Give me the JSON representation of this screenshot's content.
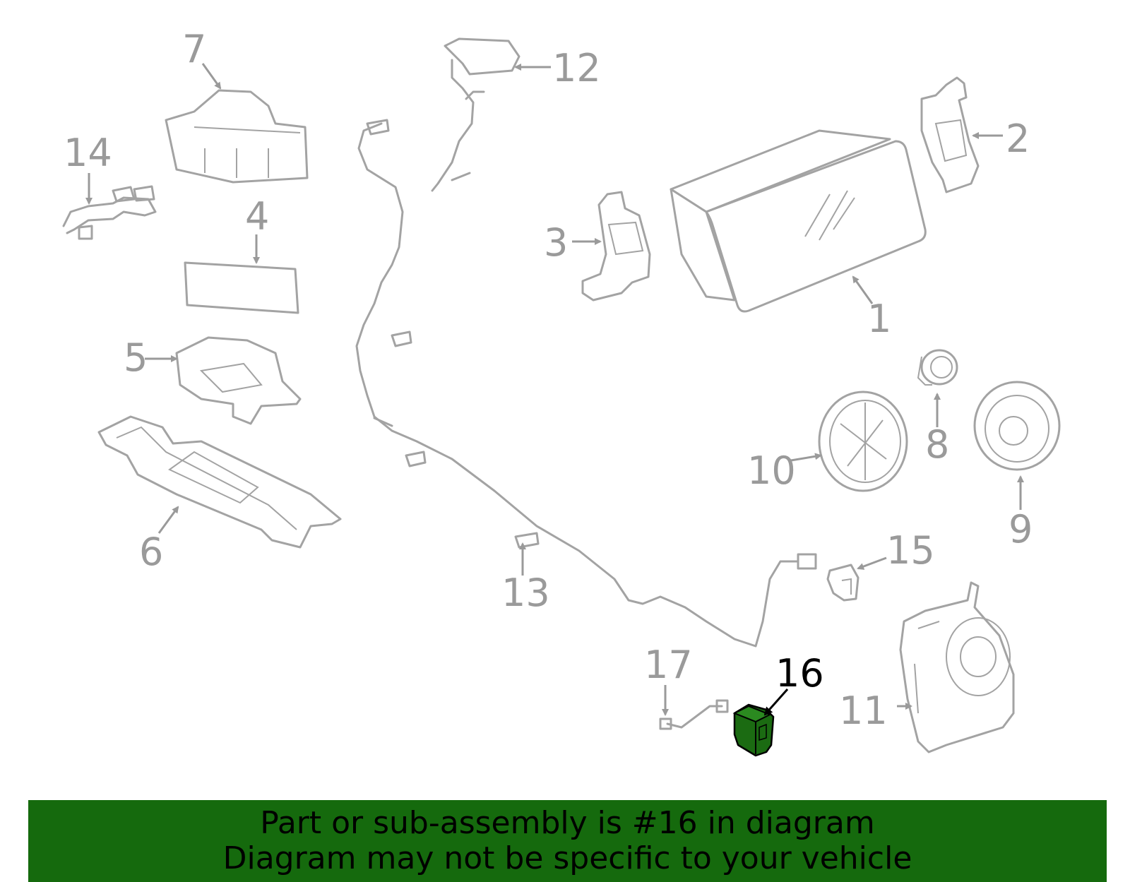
{
  "diagram": {
    "callouts": [
      {
        "num": "1"
      },
      {
        "num": "2"
      },
      {
        "num": "3"
      },
      {
        "num": "4"
      },
      {
        "num": "5"
      },
      {
        "num": "6"
      },
      {
        "num": "7"
      },
      {
        "num": "8"
      },
      {
        "num": "9"
      },
      {
        "num": "10"
      },
      {
        "num": "11"
      },
      {
        "num": "12"
      },
      {
        "num": "13"
      },
      {
        "num": "14"
      },
      {
        "num": "15"
      },
      {
        "num": "16",
        "highlighted": true
      },
      {
        "num": "17"
      }
    ],
    "highlight_color": "#1b6b12",
    "part_color": "#a3a3a3"
  },
  "banner": {
    "line1": "Part or sub-assembly is #16 in diagram",
    "line2": "Diagram may not be specific to your vehicle",
    "background": "#156a0d"
  }
}
